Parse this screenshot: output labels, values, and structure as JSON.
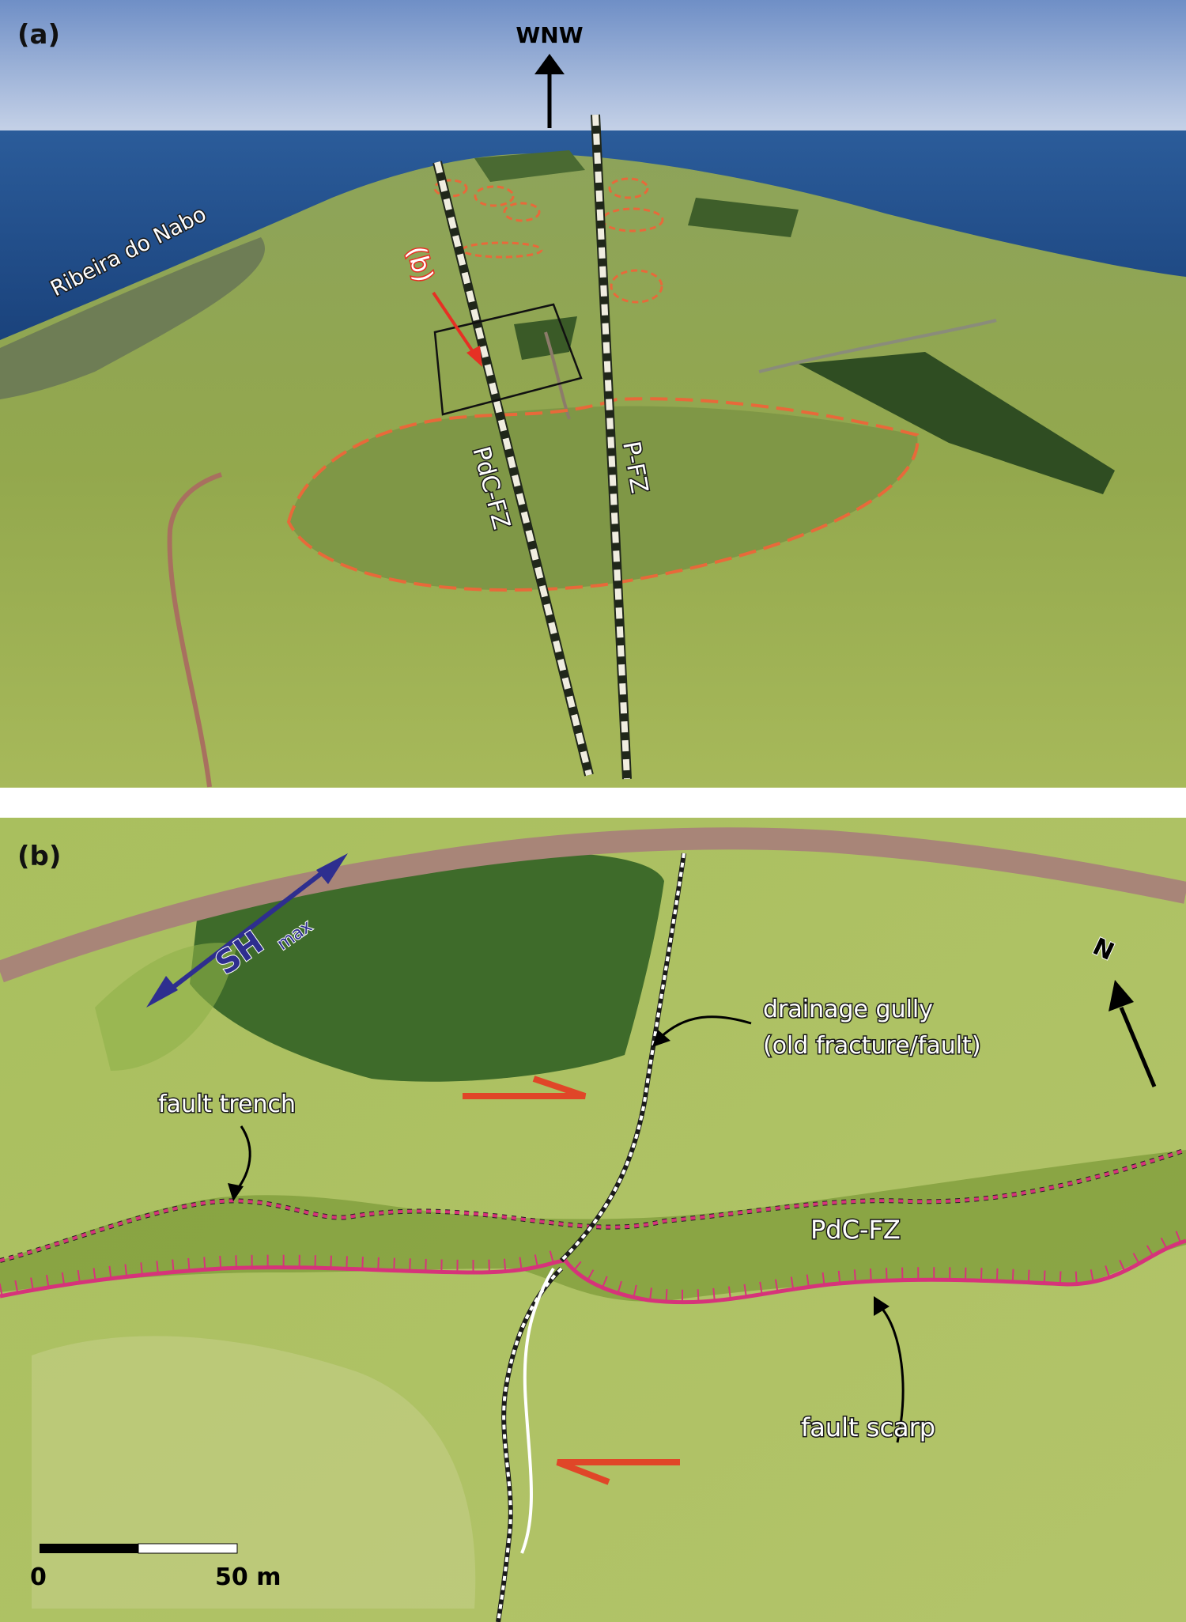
{
  "panel_a": {
    "panel_label": "(a)",
    "direction_label": "WNW",
    "place_label": "Ribeira do Nabo",
    "inset_ref_label": "(b)",
    "fault_label_left": "PdC-FZ",
    "fault_label_right": "P-FZ"
  },
  "panel_b": {
    "panel_label": "(b)",
    "stress_label_main": "SH",
    "stress_label_sub": "max",
    "north_label": "N",
    "gully_label_line1": "drainage gully",
    "gully_label_line2": "(old fracture/fault)",
    "trench_label": "fault trench",
    "fault_label": "PdC-FZ",
    "scarp_label": "fault scarp",
    "scale_start": "0",
    "scale_end": "50 m"
  },
  "colors": {
    "sky": "#8fa9d4",
    "sea": "#1f4e8c",
    "grass": "#9fb455",
    "forest": "#3d5a25",
    "road": "#a26a5c",
    "fault_dash": "#e36a3c",
    "scarp": "#d6337a",
    "stress_arrow": "#2e2e8f",
    "slip_arrow": "#e04628"
  }
}
